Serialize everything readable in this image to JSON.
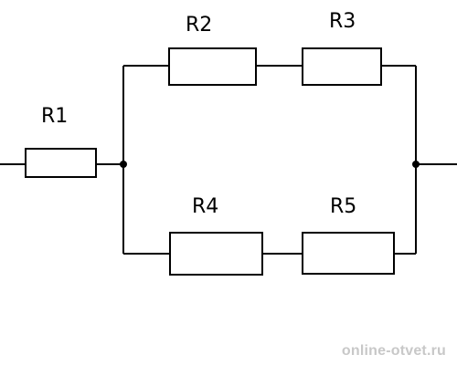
{
  "diagram": {
    "components": [
      {
        "id": "r1",
        "label": "R1"
      },
      {
        "id": "r2",
        "label": "R2"
      },
      {
        "id": "r3",
        "label": "R3"
      },
      {
        "id": "r4",
        "label": "R4"
      },
      {
        "id": "r5",
        "label": "R5"
      }
    ],
    "topology": "R1 in series with parallel branches (R2 + R3) and (R4 + R5)"
  },
  "watermark": "online-otvet.ru"
}
